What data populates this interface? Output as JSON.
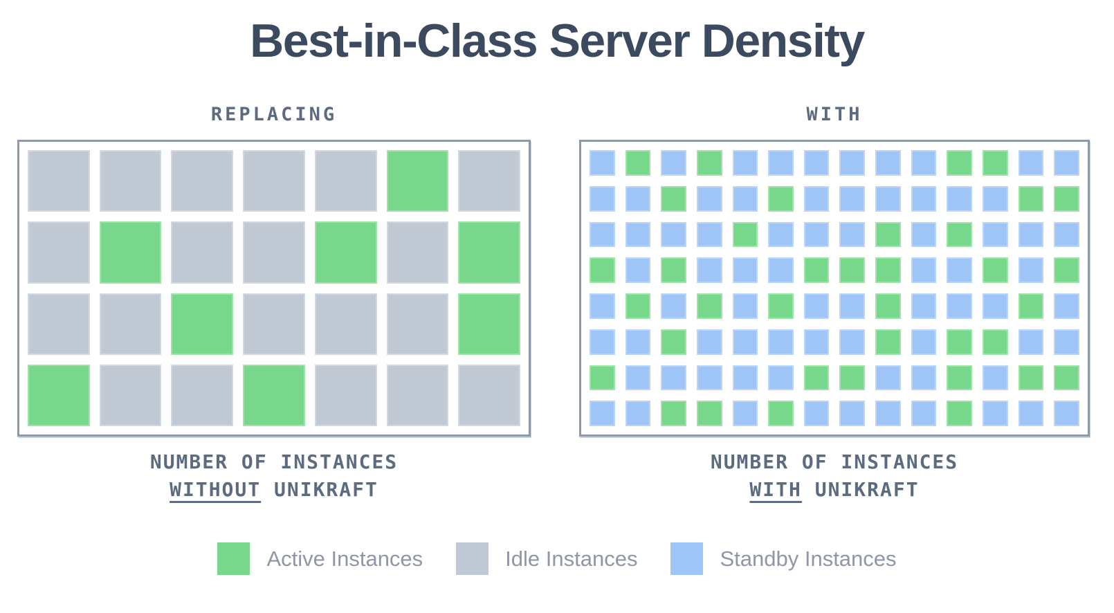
{
  "title": "Best-in-Class Server Density",
  "colors": {
    "active": "#77d78a",
    "idle": "#c0c9d4",
    "standby": "#9ec4f8",
    "box_border": "#8c99a9",
    "title_text": "#3b4a5f",
    "label_text": "#5c6b80",
    "legend_text": "#8d97a6"
  },
  "cell_types": {
    "A": "active",
    "I": "idle",
    "S": "standby"
  },
  "left_panel": {
    "header": "REPLACING",
    "grid": {
      "columns": 7,
      "rows": [
        "IIIIIAI",
        "IAIIAIA",
        "IIAIIIA",
        "AIIAIII"
      ]
    },
    "caption_line1": "NUMBER OF INSTANCES",
    "caption_underlined": "WITHOUT",
    "caption_line2_rest": " UNIKRAFT"
  },
  "right_panel": {
    "header": "WITH",
    "grid": {
      "columns": 14,
      "rows": [
        "SASASSSSSSAASS",
        "SSASSASSSSSSAA",
        "SSSSASSSASASSS",
        "ASASSSAAASSASA",
        "SASASASSASSSAS",
        "SSASSSSSASAASS",
        "ASSSSSAASSASAA",
        "SSAASASSSSASSS"
      ]
    },
    "caption_line1": "NUMBER OF INSTANCES",
    "caption_underlined": "WITH",
    "caption_line2_rest": " UNIKRAFT"
  },
  "legend": {
    "items": [
      {
        "type": "active",
        "label": "Active Instances"
      },
      {
        "type": "idle",
        "label": "Idle Instances"
      },
      {
        "type": "standby",
        "label": "Standby Instances"
      }
    ]
  }
}
